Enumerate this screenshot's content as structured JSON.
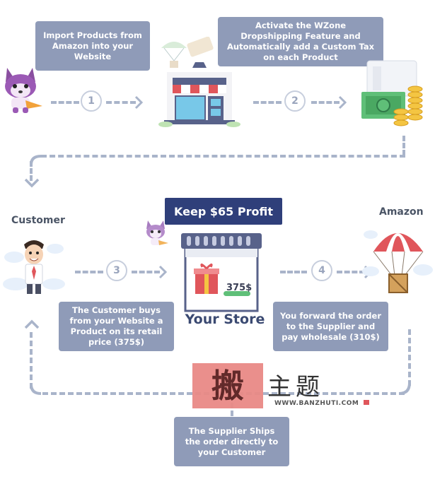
{
  "steps": {
    "s1": {
      "num": "1",
      "text": "Import Products from Amazon into your Website"
    },
    "s2": {
      "num": "2",
      "text": "Activate the WZone Dropshipping Feature and Automatically add a Custom Tax on each Product"
    },
    "s3": {
      "num": "3",
      "text": "The Customer buys from your Website a Product on its retail price (375$)"
    },
    "s4": {
      "num": "4",
      "text": "You forward the order to the Supplier and pay wholesale (310$)"
    },
    "s5": {
      "text": "The Supplier Ships the order directly to your Customer"
    }
  },
  "labels": {
    "customer": "Customer",
    "amazon": "Amazon",
    "profit": "Keep $65 Profit",
    "store": "Your Store",
    "price_tag": "375$"
  },
  "watermark": {
    "chars": "搬主题",
    "url": "WWW.BANZHUTI.COM"
  },
  "colors": {
    "bubble": "#8f9bb8",
    "profit_banner": "#2f3f7a",
    "dash": "#a9b4ca"
  }
}
